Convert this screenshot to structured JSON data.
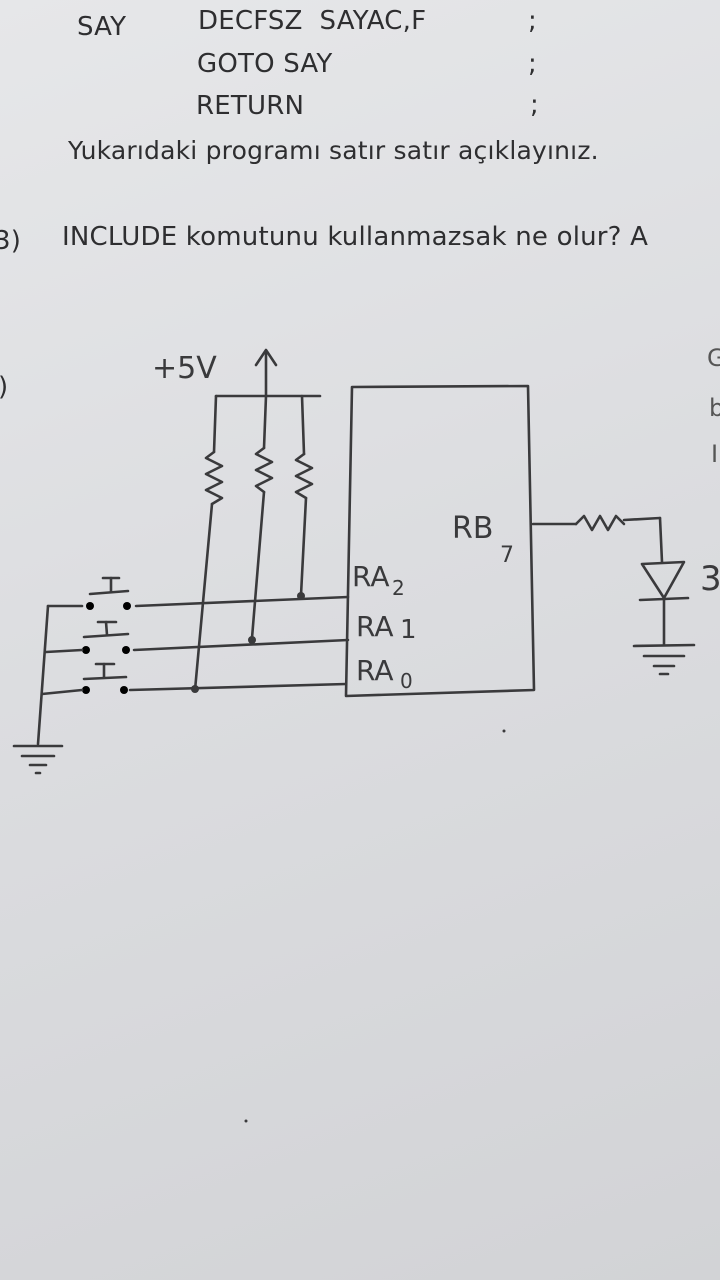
{
  "code": {
    "line1": {
      "label": "SAY",
      "instruction": "DECFSZ  SAYAC,F",
      "comment": ";"
    },
    "line2": {
      "instruction": "GOTO SAY",
      "comment": ";"
    },
    "line3": {
      "instruction": "RETURN",
      "comment": ";"
    }
  },
  "instruction_text": "Yukarıdaki programı satır satır açıklayınız.",
  "question3": {
    "number": "3)",
    "text": "INCLUDE komutunu kullanmazsak ne olur? A"
  },
  "question4": {
    "number": ")"
  },
  "circuit": {
    "supply_label": "+5V",
    "pin_rb": "RB",
    "pin_rb_sub": "7",
    "pin_ra2": "RA",
    "pin_ra2_sub": "2",
    "pin_ra1": "RA",
    "pin_ra1_sub": "1",
    "pin_ra0": "RA",
    "pin_ra0_sub": "0"
  },
  "right_edge_fragments": [
    "G",
    "b",
    "I",
    "3"
  ]
}
